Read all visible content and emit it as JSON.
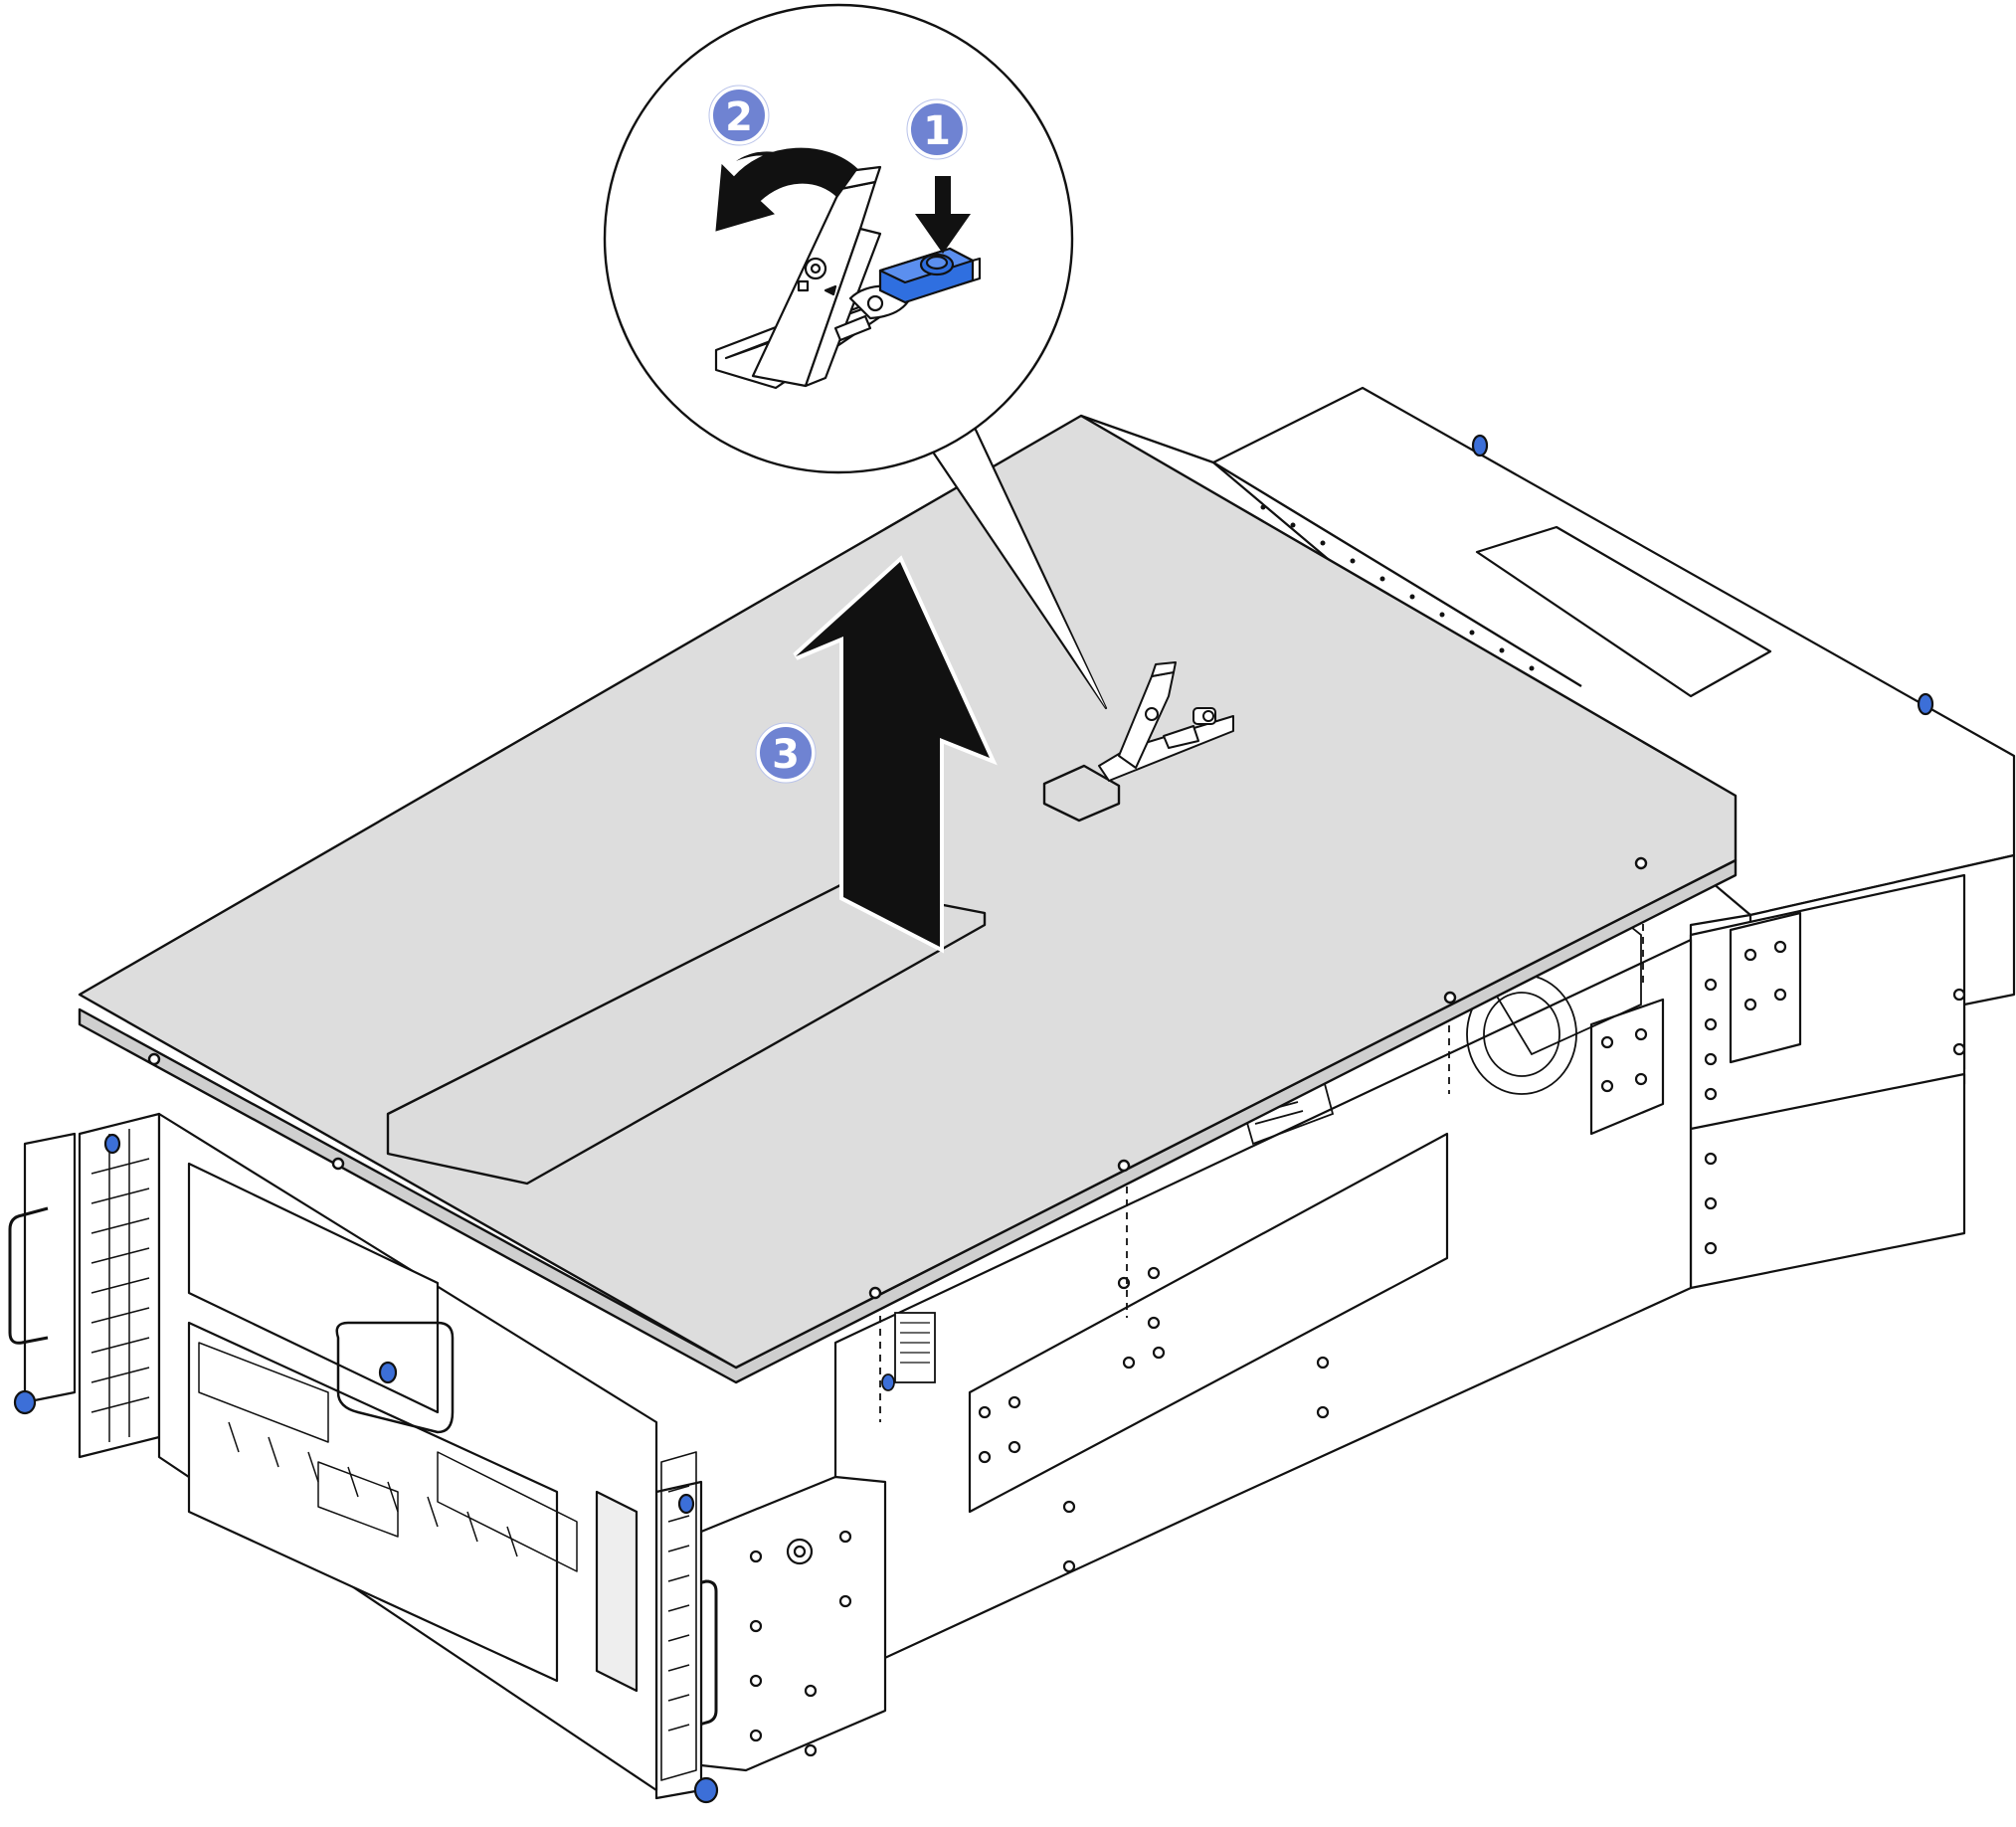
{
  "diagram": {
    "steps": [
      {
        "number": "1",
        "action": "press-latch-release-button",
        "icon": "arrow-down-icon"
      },
      {
        "number": "2",
        "action": "rotate-cover-latch-up",
        "icon": "curved-arrow-icon"
      },
      {
        "number": "3",
        "action": "lift-top-cover-off",
        "icon": "arrow-up-icon"
      }
    ],
    "colors": {
      "callout_fill": "#6f83d2",
      "callout_text": "#ffffff",
      "release_button": "#2f6fe0",
      "cover_fill": "#dddddd",
      "outline": "#111111",
      "chassis_fill": "#ffffff",
      "accent_screw": "#3c6fd8"
    }
  }
}
